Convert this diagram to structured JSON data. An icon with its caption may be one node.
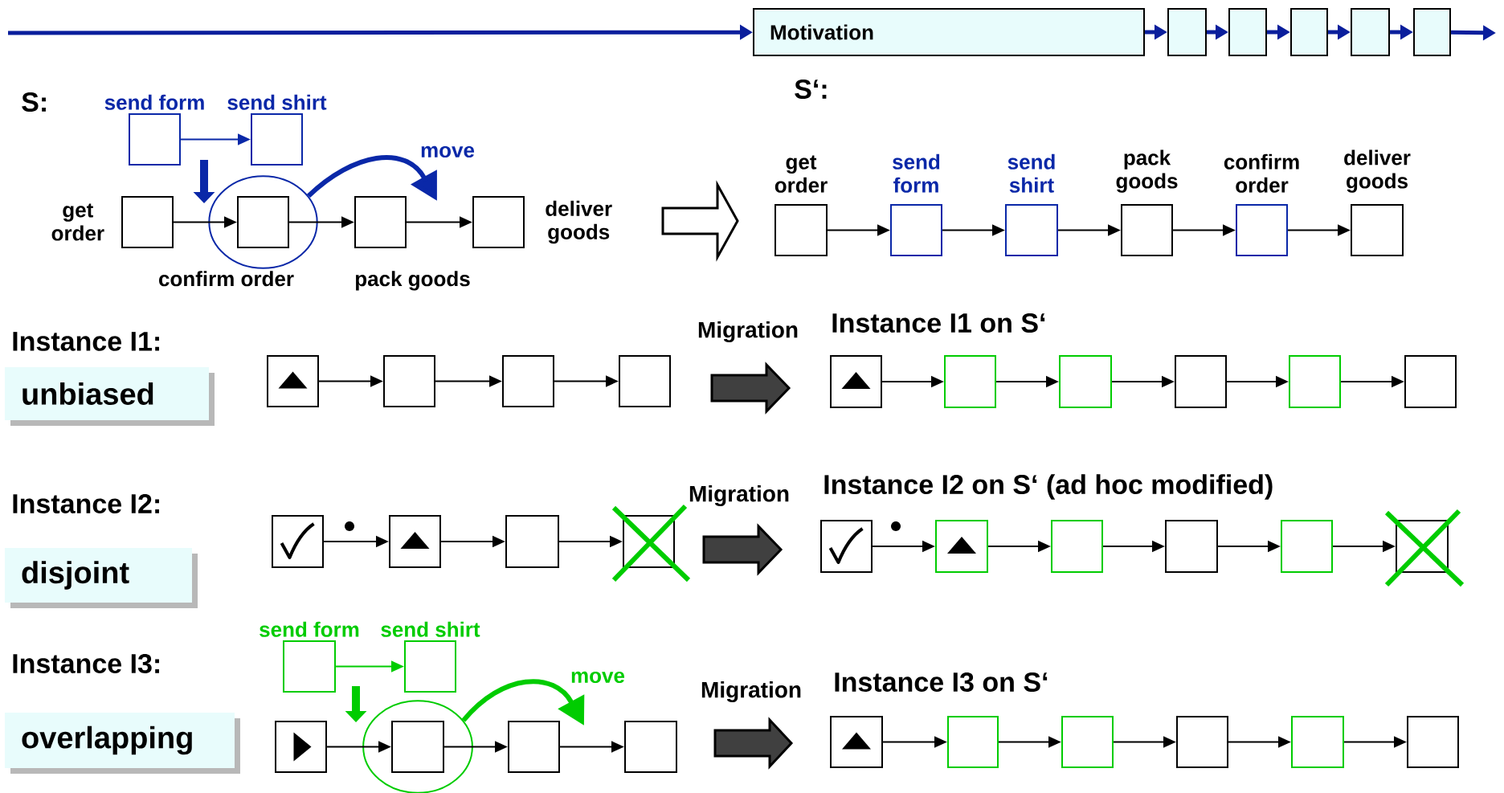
{
  "diagram": {
    "nodes": [
      {
        "text": [
          "Motivation"
        ]
      },
      {
        "text": [],
        "shape": "box"
      },
      {
        "text": [],
        "shape": "box"
      },
      {
        "text": [],
        "shape": "box"
      },
      {
        "text": [],
        "shape": "box"
      },
      {
        "text": [],
        "shape": "box"
      },
      {
        "text": [
          "send form"
        ]
      },
      {
        "text": [
          "send shirt"
        ]
      },
      {
        "text": [
          "get order"
        ]
      },
      {
        "text": [],
        "shape": "ellipse"
      },
      {
        "text": [
          "confirm order"
        ],
        "in": 9
      },
      {
        "text": [
          "pack goods"
        ]
      },
      {
        "text": [
          "deliver goods"
        ]
      },
      {
        "text": [
          "get order"
        ]
      },
      {
        "text": [
          "send form"
        ]
      },
      {
        "text": [
          "send shirt"
        ]
      },
      {
        "text": [
          "pack goods"
        ]
      },
      {
        "text": [
          "confirm order"
        ]
      },
      {
        "text": [
          "deliver goods"
        ]
      },
      {
        "text": [
          "unbiased"
        ]
      },
      {
        "text": [],
        "shape": "box"
      },
      {
        "text": [],
        "shape": "box"
      },
      {
        "text": [],
        "shape": "box"
      },
      {
        "text": [],
        "shape": "box"
      },
      {
        "text": [],
        "shape": "box"
      },
      {
        "text": [],
        "shape": "box"
      },
      {
        "text": [],
        "shape": "box"
      },
      {
        "text": [],
        "shape": "box"
      },
      {
        "text": [],
        "shape": "box"
      },
      {
        "text": [],
        "shape": "box"
      },
      {
        "text": [
          "disjoint"
        ]
      },
      {
        "text": [],
        "shape": "box"
      },
      {
        "text": [],
        "shape": "box"
      },
      {
        "text": [],
        "shape": "box"
      },
      {
        "text": [],
        "shape": "box"
      },
      {
        "text": [],
        "shape": "box"
      },
      {
        "text": [],
        "shape": "box"
      },
      {
        "text": [],
        "shape": "box"
      },
      {
        "text": [],
        "shape": "box"
      },
      {
        "text": [],
        "shape": "box"
      },
      {
        "text": [],
        "shape": "box"
      },
      {
        "text": [
          "overlapping"
        ]
      },
      {
        "text": [
          "send form"
        ]
      },
      {
        "text": [
          "send shirt"
        ]
      },
      {
        "text": [],
        "shape": "box"
      },
      {
        "text": [],
        "shape": "ellipse"
      },
      {
        "text": [],
        "shape": "box",
        "in": 45
      },
      {
        "text": [],
        "shape": "box"
      },
      {
        "text": [],
        "shape": "box"
      },
      {
        "text": [],
        "shape": "box"
      },
      {
        "text": [],
        "shape": "box"
      },
      {
        "text": [],
        "shape": "box"
      },
      {
        "text": [],
        "shape": "box"
      },
      {
        "text": [],
        "shape": "box"
      },
      {
        "text": [],
        "shape": "box"
      }
    ],
    "edges": [
      {
        "from": null,
        "to": 0,
        "arrow": "to",
        "style": "thick",
        "color": "#0a1e9c"
      },
      {
        "from": 0,
        "to": 1,
        "arrow": "to",
        "style": "thick",
        "color": "#0a1e9c"
      },
      {
        "from": 1,
        "to": 2,
        "arrow": "to",
        "style": "thick",
        "color": "#0a1e9c"
      },
      {
        "from": 2,
        "to": 3,
        "arrow": "to",
        "style": "thick",
        "color": "#0a1e9c"
      },
      {
        "from": 3,
        "to": 4,
        "arrow": "to",
        "style": "thick",
        "color": "#0a1e9c"
      },
      {
        "from": 4,
        "to": 5,
        "arrow": "to",
        "style": "thick",
        "color": "#0a1e9c"
      },
      {
        "from": 5,
        "to": null,
        "arrow": "to",
        "style": "thick",
        "color": "#0a1e9c"
      },
      {
        "from": 6,
        "to": 7,
        "arrow": "to",
        "color": "#0a28a8"
      },
      {
        "from": 8,
        "to": 10,
        "arrow": "to"
      },
      {
        "from": 10,
        "to": 11,
        "arrow": "to"
      },
      {
        "from": 11,
        "to": 12,
        "arrow": "to"
      },
      {
        "from": 9,
        "to": 11,
        "arrow": "to",
        "label": "move",
        "style": "thick",
        "color": "#0a28a8"
      },
      {
        "from": 12,
        "to": 13,
        "arrow": "to",
        "style": "thick"
      },
      {
        "from": 13,
        "to": 14,
        "arrow": "to"
      },
      {
        "from": 14,
        "to": 15,
        "arrow": "to"
      },
      {
        "from": 15,
        "to": 16,
        "arrow": "to"
      },
      {
        "from": 16,
        "to": 17,
        "arrow": "to"
      },
      {
        "from": 17,
        "to": 18,
        "arrow": "to"
      },
      {
        "from": 20,
        "to": 21,
        "arrow": "to"
      },
      {
        "from": 21,
        "to": 22,
        "arrow": "to"
      },
      {
        "from": 22,
        "to": 23,
        "arrow": "to"
      },
      {
        "from": 23,
        "to": 24,
        "arrow": "to",
        "label": "Migration",
        "style": "thick",
        "color": "#404040"
      },
      {
        "from": 24,
        "to": 25,
        "arrow": "to"
      },
      {
        "from": 25,
        "to": 26,
        "arrow": "to"
      },
      {
        "from": 26,
        "to": 27,
        "arrow": "to"
      },
      {
        "from": 27,
        "to": 28,
        "arrow": "to"
      },
      {
        "from": 28,
        "to": 29,
        "arrow": "to"
      },
      {
        "from": 31,
        "to": 32,
        "arrow": "to"
      },
      {
        "from": 32,
        "to": 33,
        "arrow": "to"
      },
      {
        "from": 33,
        "to": 34,
        "arrow": "to"
      },
      {
        "from": 34,
        "to": 35,
        "arrow": "to",
        "label": "Migration",
        "style": "thick",
        "color": "#404040"
      },
      {
        "from": 35,
        "to": 36,
        "arrow": "to"
      },
      {
        "from": 36,
        "to": 37,
        "arrow": "to"
      },
      {
        "from": 37,
        "to": 38,
        "arrow": "to"
      },
      {
        "from": 38,
        "to": 39,
        "arrow": "to"
      },
      {
        "from": 39,
        "to": 40,
        "arrow": "to"
      },
      {
        "from": 42,
        "to": 43,
        "arrow": "to",
        "color": "#00cc00"
      },
      {
        "from": 44,
        "to": 46,
        "arrow": "to"
      },
      {
        "from": 46,
        "to": 47,
        "arrow": "to"
      },
      {
        "from": 47,
        "to": 48,
        "arrow": "to"
      },
      {
        "from": 45,
        "to": 47,
        "arrow": "to",
        "label": "move",
        "style": "thick",
        "color": "#00cc00"
      },
      {
        "from": 48,
        "to": 49,
        "arrow": "to",
        "label": "Migration",
        "style": "thick",
        "color": "#404040"
      },
      {
        "from": 49,
        "to": 50,
        "arrow": "to"
      },
      {
        "from": 50,
        "to": 51,
        "arrow": "to"
      },
      {
        "from": 51,
        "to": 52,
        "arrow": "to"
      },
      {
        "from": 52,
        "to": 53,
        "arrow": "to"
      },
      {
        "from": 53,
        "to": 54,
        "arrow": "to"
      }
    ],
    "labels": [
      "S:",
      "S‘:",
      "Instance I1:",
      "Instance I1 on S‘",
      "Instance I2:",
      "Instance I2 on S‘ (ad hoc modified)",
      "Instance I3:",
      "Instance I3 on S‘"
    ]
  }
}
